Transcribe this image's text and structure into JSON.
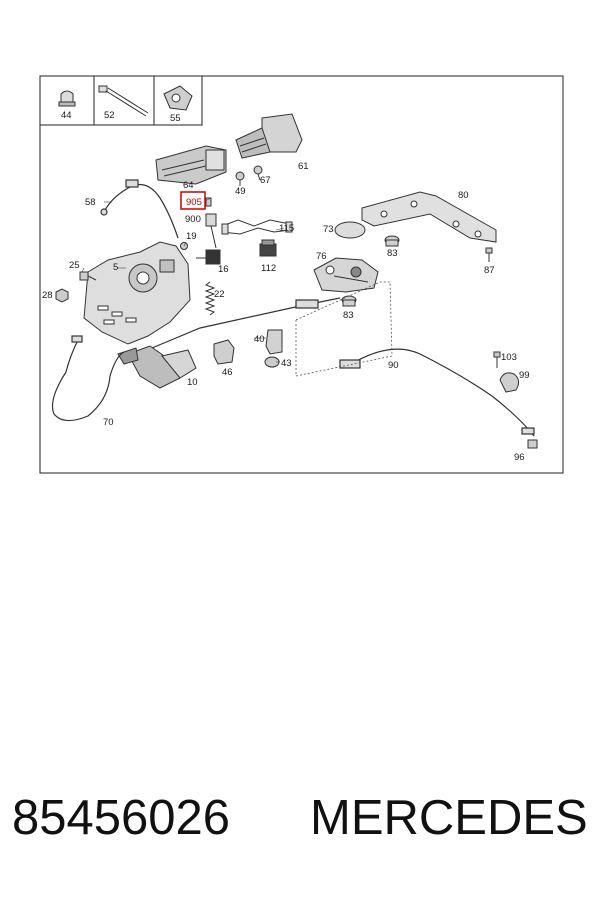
{
  "parts_diagram": {
    "highlighted_part": "905",
    "labels": {
      "p44": "44",
      "p52": "52",
      "p55": "55",
      "p61": "61",
      "p64": "64",
      "p49": "49",
      "p67": "67",
      "p58": "58",
      "p905": "905",
      "p900": "900",
      "p115": "115",
      "p73": "73",
      "p80": "80",
      "p83a": "83",
      "p87": "87",
      "p19": "19",
      "p25": "25",
      "p5": "5",
      "p16": "16",
      "p112": "112",
      "p76": "76",
      "p28": "28",
      "p22": "22",
      "p83b": "83",
      "p40": "40",
      "p43": "43",
      "p103": "103",
      "p90": "90",
      "p99": "99",
      "p46": "46",
      "p10": "10",
      "p70": "70",
      "p96": "96"
    }
  },
  "footer": {
    "part_number": "85456026",
    "brand": "MERCEDES"
  }
}
